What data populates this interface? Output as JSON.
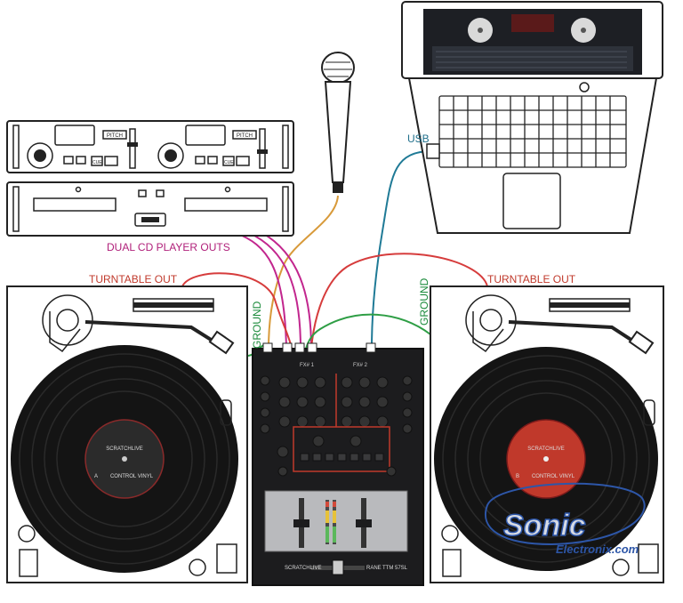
{
  "labels": {
    "usb": "USB",
    "dual_cd_outs": "DUAL CD PLAYER OUTS",
    "turntable_out_left": "TURNTABLE OUT",
    "turntable_out_right": "TURNTABLE OUT",
    "ground_left": "GROUND",
    "ground_right": "GROUND"
  },
  "cd_player": {
    "pitch_left": "PITCH",
    "pitch_right": "PITCH",
    "cue_left": "CUE",
    "cue_right": "CUE"
  },
  "mixer": {
    "fx1": "FX# 1",
    "fx2": "FX# 2",
    "brand": "SCRATCHLIVE",
    "maker": "RANE",
    "model": "TTM 57SL"
  },
  "records": {
    "left_brand": "SCRATCHLIVE",
    "right_brand": "SCRATCHLIVE",
    "left_side": "A",
    "right_side": "B",
    "left_label": "CONTROL VINYL",
    "right_label": "CONTROL VINYL"
  },
  "watermark": {
    "line1": "Sonic",
    "line2": "Electronix.com"
  },
  "colors": {
    "red_cable": "#d63c3c",
    "magenta_cable": "#c2268e",
    "green_cable": "#2e9e45",
    "teal_cable": "#1f7a96",
    "mic_cable": "#d89a3a",
    "record_label_left": "#2b2b2b",
    "record_label_right": "#c0392b"
  }
}
